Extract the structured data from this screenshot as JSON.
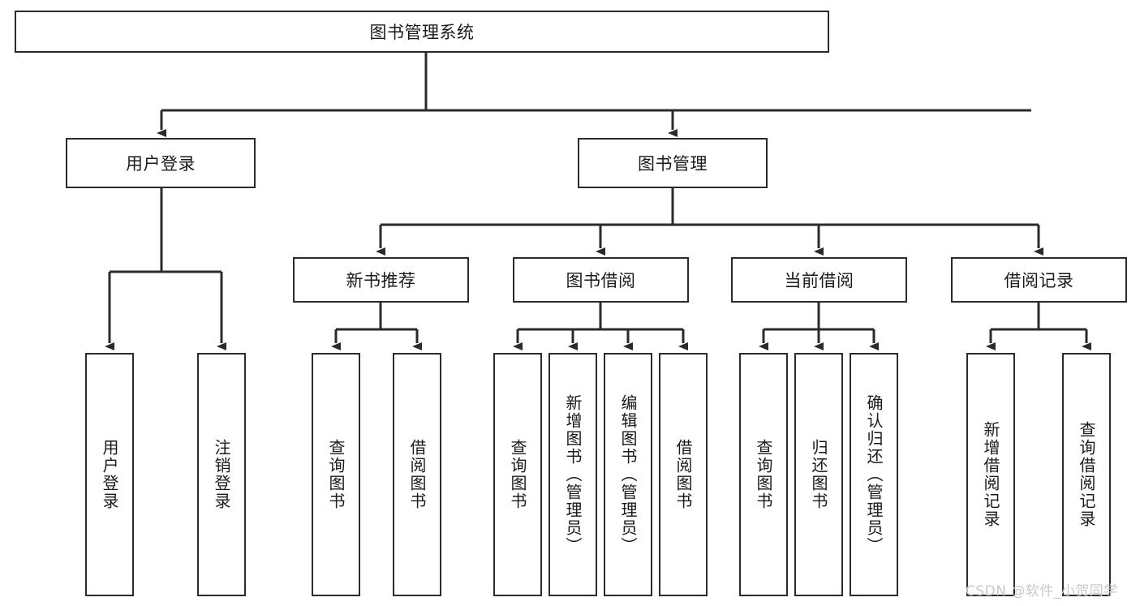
{
  "diagram": {
    "title": "图书管理系统",
    "type": "tree-hierarchy-diagram",
    "colors": {
      "box_border": "#2b2b2b",
      "box_fill": "#ffffff",
      "connector": "#2b2b2b",
      "text": "#1a1a1a",
      "watermark": "#c9c9c9",
      "background": "#ffffff"
    },
    "root": {
      "label": "图书管理系统"
    },
    "level1": [
      {
        "label": "用户登录"
      },
      {
        "label": "图书管理"
      }
    ],
    "level2": [
      {
        "label": "新书推荐"
      },
      {
        "label": "图书借阅"
      },
      {
        "label": "当前借阅"
      },
      {
        "label": "借阅记录"
      }
    ],
    "leaves": {
      "user_login": [
        {
          "label": "用户登录"
        },
        {
          "label": "注销登录"
        }
      ],
      "new_book_recommend": [
        {
          "label": "查询图书"
        },
        {
          "label": "借阅图书"
        }
      ],
      "book_borrow": [
        {
          "label": "查询图书"
        },
        {
          "label": "新增图书（管理员）"
        },
        {
          "label": "编辑图书（管理员）"
        },
        {
          "label": "借阅图书"
        }
      ],
      "current_borrow": [
        {
          "label": "查询图书"
        },
        {
          "label": "归还图书"
        },
        {
          "label": "确认归还（管理员）"
        }
      ],
      "borrow_record": [
        {
          "label": "新增借阅记录"
        },
        {
          "label": "查询借阅记录"
        }
      ]
    },
    "watermark": "CSDN @软件_小贺同学"
  }
}
